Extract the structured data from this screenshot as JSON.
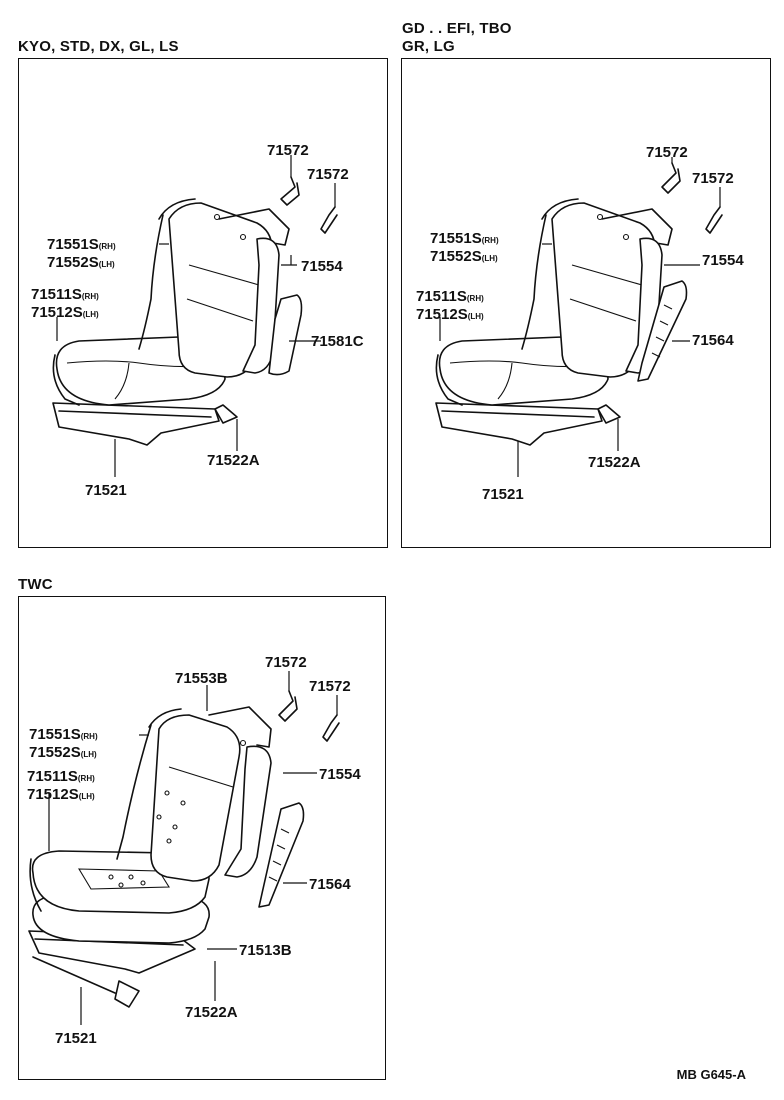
{
  "panels": [
    {
      "title_lines": [
        "KYO, STD, DX, GL, LS"
      ],
      "labels": {
        "clip_a": "71572",
        "clip_b": "71572",
        "back_frame_a": "71551S",
        "back_frame_a_suffix": "(RH)",
        "back_frame_b": "71552S",
        "back_frame_b_suffix": "(LH)",
        "cushion_frame_a": "71511S",
        "cushion_frame_a_suffix": "(RH)",
        "cushion_frame_b": "71512S",
        "cushion_frame_b_suffix": "(LH)",
        "back_side_pad": "71554",
        "side_part": "71581C",
        "bracket": "71522A",
        "base": "71521"
      }
    },
    {
      "title_lines": [
        "GD . . EFI, TBO",
        "GR, LG"
      ],
      "labels": {
        "clip_a": "71572",
        "clip_b": "71572",
        "back_frame_a": "71551S",
        "back_frame_a_suffix": "(RH)",
        "back_frame_b": "71552S",
        "back_frame_b_suffix": "(LH)",
        "cushion_frame_a": "71511S",
        "cushion_frame_a_suffix": "(RH)",
        "cushion_frame_b": "71512S",
        "cushion_frame_b_suffix": "(LH)",
        "back_side_pad": "71554",
        "side_part": "71564",
        "bracket": "71522A",
        "base": "71521"
      }
    },
    {
      "title_lines": [
        "TWC"
      ],
      "labels": {
        "top_pad": "71553B",
        "clip_a": "71572",
        "clip_b": "71572",
        "back_frame_a": "71551S",
        "back_frame_a_suffix": "(RH)",
        "back_frame_b": "71552S",
        "back_frame_b_suffix": "(LH)",
        "cushion_frame_a": "71511S",
        "cushion_frame_a_suffix": "(RH)",
        "cushion_frame_b": "71512S",
        "cushion_frame_b_suffix": "(LH)",
        "back_side_pad": "71554",
        "side_part": "71564",
        "cushion_pad": "71513B",
        "bracket": "71522A",
        "base": "71521"
      }
    }
  ],
  "document_code": "MB G645-A"
}
